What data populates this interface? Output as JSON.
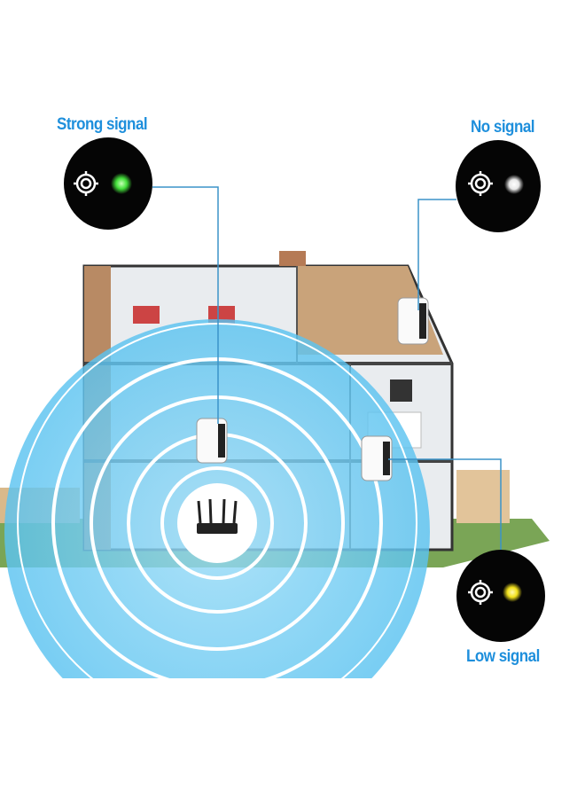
{
  "labels": {
    "strong": "Strong signal",
    "none": "No signal",
    "low": "Low signal"
  },
  "indicators": [
    {
      "name": "strong",
      "led_color": "#43e03a",
      "icon": "signal-target-icon"
    },
    {
      "name": "none",
      "led_color": "#f2f2f2",
      "icon": "signal-target-icon"
    },
    {
      "name": "low",
      "led_color": "#f3e21c",
      "icon": "signal-target-icon"
    }
  ],
  "colors": {
    "label": "#1e8fdc",
    "coverage": "#5bc3f0",
    "callout_line": "#3b93c9"
  }
}
